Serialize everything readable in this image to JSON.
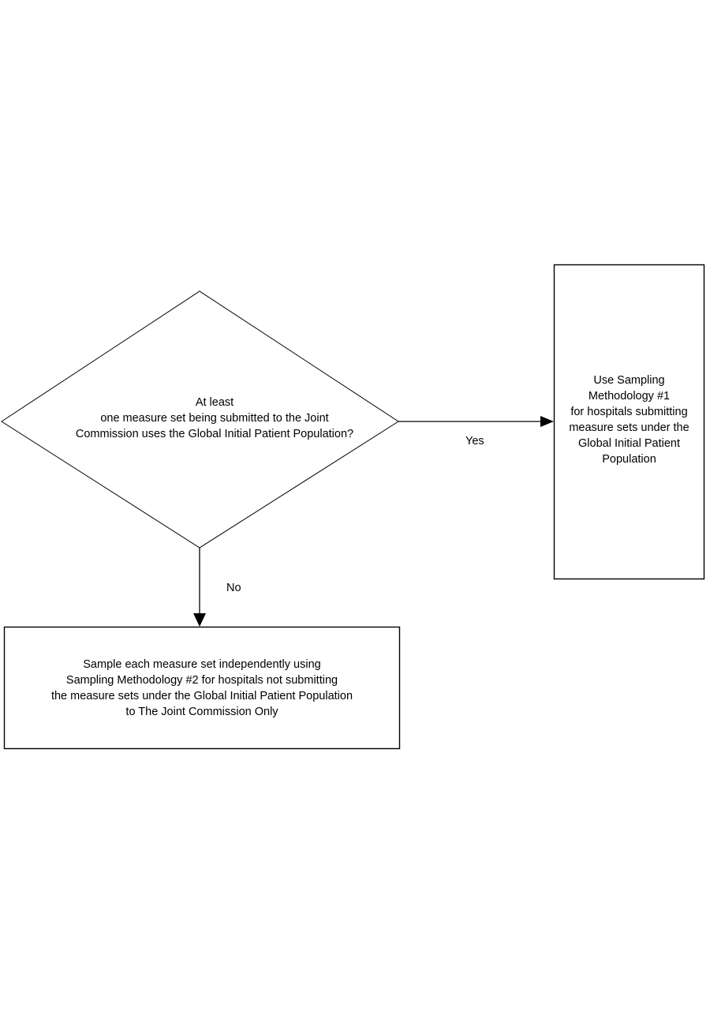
{
  "diagram": {
    "type": "flowchart",
    "orientation": "decision-with-two-branches",
    "background_color": "#ffffff",
    "stroke_color": "#000000",
    "text_color": "#000000"
  },
  "nodes": {
    "decision": {
      "shape": "diamond",
      "label": "At least\none measure set being submitted to the Joint\nCommission uses the Global Initial Patient Population?",
      "lines": [
        "At least",
        "one measure set being submitted to the Joint",
        "Commission uses the Global Initial Patient Population?"
      ]
    },
    "process_right": {
      "shape": "rectangle",
      "label": "Use Sampling\nMethodology #1\nfor hospitals submitting\nmeasure sets under the\nGlobal Initial Patient\nPopulation",
      "lines": [
        "Use Sampling",
        "Methodology #1",
        "for hospitals submitting",
        "measure sets under the",
        "Global Initial Patient",
        "Population"
      ]
    },
    "process_bottom": {
      "shape": "rectangle",
      "label": "Sample each measure set independently using\nSampling Methodology #2 for hospitals not submitting\nthe measure sets under the Global Initial Patient Population\nto The Joint Commission Only",
      "lines": [
        "Sample each measure set independently using",
        "Sampling Methodology #2 for hospitals not submitting",
        "the measure sets under the Global Initial Patient Population",
        "to The Joint Commission Only"
      ]
    }
  },
  "edges": {
    "yes": {
      "label": "Yes",
      "from": "decision",
      "to": "process_right",
      "direction": "right"
    },
    "no": {
      "label": "No",
      "from": "decision",
      "to": "process_bottom",
      "direction": "down"
    }
  }
}
